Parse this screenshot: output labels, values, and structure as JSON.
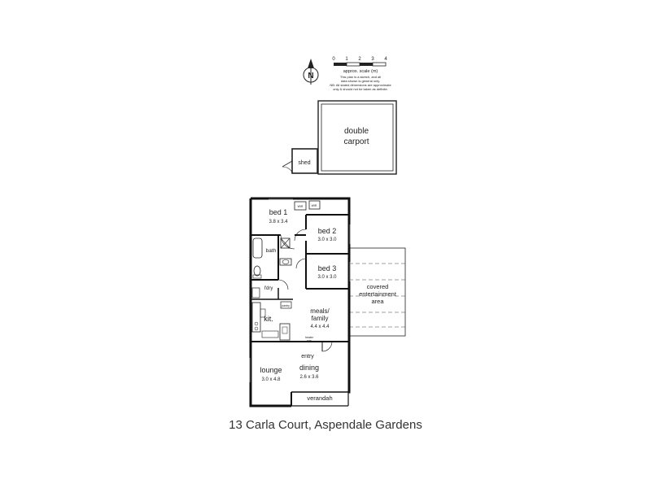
{
  "scale": {
    "ticks": [
      "0",
      "1",
      "2",
      "3",
      "4"
    ],
    "label": "approx. scale (m)",
    "note_lines": [
      "This plan is a sketch, and all",
      "data shown is general only.",
      "NB: All stated dimensions are approximate",
      "only & should not be taken as definite."
    ]
  },
  "compass": {
    "letter": "N"
  },
  "rooms": {
    "carport": {
      "line1": "double",
      "line2": "carport"
    },
    "shed": {
      "name": "shed"
    },
    "bed1": {
      "name": "bed 1",
      "dims": "3.8 x 3.4",
      "wir": "WIR"
    },
    "bed2": {
      "name": "bed 2",
      "dims": "3.0 x 3.0",
      "wir": "WIR"
    },
    "bed3": {
      "name": "bed 3",
      "dims": "3.0 x 3.0"
    },
    "bath": {
      "name": "bath"
    },
    "ldry": {
      "name": "l'dry"
    },
    "pantry": {
      "name": "pantry"
    },
    "kitchen": {
      "name": "kit."
    },
    "meals": {
      "line1": "meals/",
      "line2": "family",
      "dims": "4.4 x 4.4"
    },
    "heater": {
      "line1": "heater",
      "line2": "gas"
    },
    "entry": {
      "name": "entry"
    },
    "lounge": {
      "name": "lounge",
      "dims": "3.0 x 4.8"
    },
    "dining": {
      "name": "dining",
      "dims": "2.6 x 3.6"
    },
    "verandah": {
      "name": "verandah"
    },
    "entertainment": {
      "line1": "covered",
      "line2": "entertainment",
      "line3": "area"
    }
  },
  "address": "13 Carla Court, Aspendale Gardens"
}
